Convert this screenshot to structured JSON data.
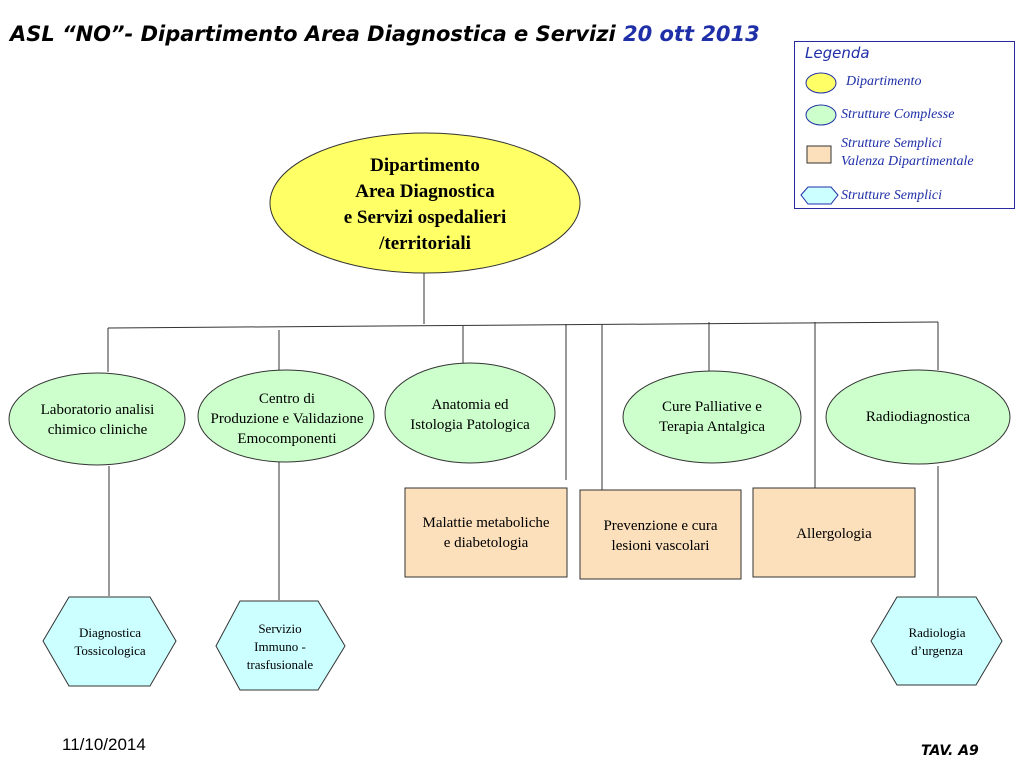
{
  "title": {
    "main": "ASL “NO”- Dipartimento Area Diagnostica e Servizi",
    "date": "20 ott 2013"
  },
  "legend": {
    "title": "Legenda",
    "items": [
      {
        "label": "Dipartimento",
        "shape": "ellipse",
        "fill": "#ffff66"
      },
      {
        "label": "Strutture Complesse",
        "shape": "ellipse",
        "fill": "#ccffcc"
      },
      {
        "label": "Strutture Semplici\nValenza Dipartimentale",
        "shape": "rect",
        "fill": "#fce0bc"
      },
      {
        "label": "Strutture Semplici",
        "shape": "hexagon",
        "fill": "#ccffff"
      }
    ]
  },
  "nodes": {
    "root": "Dipartimento\nArea Diagnostica\ne Servizi ospedalieri\n/territoriali",
    "laboratorio": "Laboratorio analisi\nchimico cliniche",
    "centro": "Centro di\nProduzione e Validazione\nEmocomponenti",
    "anatomia": "Anatomia ed\nIstologia Patologica",
    "cure": "Cure Palliative e\nTerapia Antalgica",
    "radiodiagnostica": "Radiodiagnostica",
    "malattie": "Malattie metaboliche\ne diabetologia",
    "prevenzione": "Prevenzione e cura\nlesioni vascolari",
    "allergologia": "Allergologia",
    "tossicologica": "Diagnostica\nTossicologica",
    "immuno": "Servizio\nImmuno -\ntrasfusionale",
    "radiologia": "Radiologia\nd’urgenza"
  },
  "colors": {
    "dipartimento": "#ffff66",
    "complesse": "#ccffcc",
    "semplici_dip": "#fce0bc",
    "semplici": "#ccffff",
    "accent": "#1f2fa8"
  },
  "footer": {
    "date": "11/10/2014",
    "tav": "TAV. A9"
  }
}
